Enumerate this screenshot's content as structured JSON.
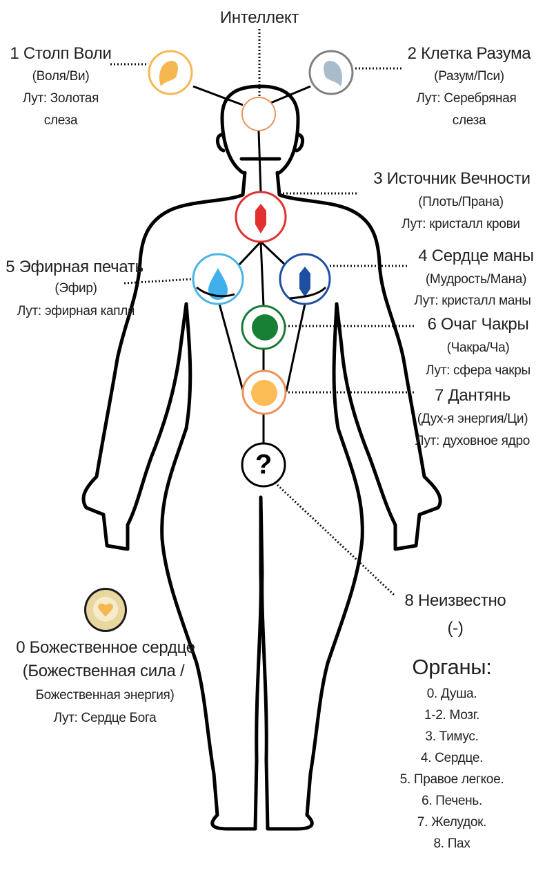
{
  "top_label": "Интеллект",
  "nodes": {
    "n1": {
      "title": "1 Столп Воли",
      "energy": "(Воля/Ви)",
      "loot1": "Лут: Золотая",
      "loot2": "слеза",
      "color": "#f5b851"
    },
    "n2": {
      "title": "2 Клетка Разума",
      "energy": "(Разум/Пси)",
      "loot1": "Лут: Серебряная",
      "loot2": "слеза",
      "color": "#a8bccb"
    },
    "n3": {
      "title": "3 Источник Вечности",
      "energy": "(Плоть/Прана)",
      "loot": "Лут: кристалл крови",
      "color": "#e03030"
    },
    "n4": {
      "title": "4 Сердце маны",
      "energy": "(Мудрость/Мана)",
      "loot": "Лут: кристалл маны",
      "color": "#1e4fa0"
    },
    "n5": {
      "title": "5 Эфирная печать",
      "energy": "(Эфир)",
      "loot": "Лут: эфирная капля",
      "color": "#3fb0ec"
    },
    "n6": {
      "title": "6 Очаг Чакры",
      "energy": "(Чакра/Ча)",
      "loot": "Лут: сфера чакры",
      "color": "#178035"
    },
    "n7": {
      "title": "7 Дантянь",
      "energy": "(Дух-я энергия/Ци)",
      "loot": "Лут: духовное ядро",
      "color": "#fbbb55"
    },
    "n8": {
      "title": "8 Неизвестно",
      "energy": "(-)",
      "symbol": "?"
    },
    "n0": {
      "title": "0 Божественное сердце",
      "energy1": "(Божественная сила /",
      "energy2": "Божественная энергия)",
      "loot": "Лут: Сердце Бога",
      "color": "#e8c070"
    }
  },
  "organs": {
    "title": "Органы:",
    "items": [
      "0. Душа.",
      "1-2. Мозг.",
      "3. Тимус.",
      "4. Сердце.",
      "5. Правое легкое.",
      "6. Печень.",
      "7. Желудок.",
      "8. Пах"
    ]
  }
}
